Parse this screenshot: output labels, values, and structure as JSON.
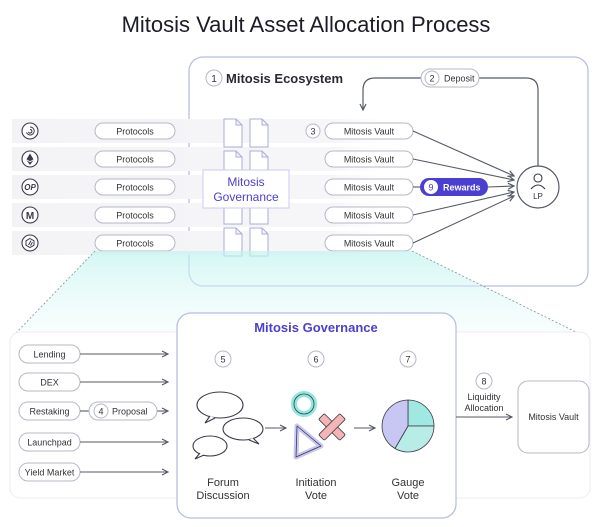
{
  "title": "Mitosis Vault Asset Allocation Process",
  "ecosystem": {
    "step": "1",
    "label": "Mitosis Ecosystem"
  },
  "deposit": {
    "step": "2",
    "label": "Deposit"
  },
  "vault_step": "3",
  "chains": [
    {
      "icon": "spiral-chain-icon",
      "protocol": "Protocols",
      "vault": "Mitosis Vault"
    },
    {
      "icon": "ethereum-icon",
      "protocol": "Protocols",
      "vault": "Mitosis Vault"
    },
    {
      "icon": "optimism-op-icon",
      "protocol": "Protocols",
      "vault": "Mitosis Vault"
    },
    {
      "icon": "m-chain-icon",
      "protocol": "Protocols",
      "vault": "Mitosis Vault"
    },
    {
      "icon": "arbitrum-chain-icon",
      "protocol": "Protocols",
      "vault": "Mitosis Vault"
    }
  ],
  "governance_overlay": {
    "line1": "Mitosis",
    "line2": "Governance"
  },
  "rewards": {
    "step": "9",
    "label": "Rewards"
  },
  "lp": {
    "label": "LP"
  },
  "governance_panel": {
    "title": "Mitosis Governance"
  },
  "sources": [
    "Lending",
    "DEX",
    "Restaking",
    "Launchpad",
    "Yield Market"
  ],
  "proposal": {
    "step": "4",
    "label": "Proposal"
  },
  "stages": [
    {
      "step": "5",
      "line1": "Forum",
      "line2": "Discussion"
    },
    {
      "step": "6",
      "line1": "Initiation",
      "line2": "Vote"
    },
    {
      "step": "7",
      "line1": "Gauge",
      "line2": "Vote"
    }
  ],
  "liquidity": {
    "step": "8",
    "line1": "Liquidity",
    "line2": "Allocation"
  },
  "target_vault": "Mitosis Vault",
  "colors": {
    "accent": "#4a3fd1",
    "panel_border": "#b9bde8",
    "arrow": "#555a66",
    "teal": "#8fe8df",
    "lavender": "#c8c6f2"
  }
}
